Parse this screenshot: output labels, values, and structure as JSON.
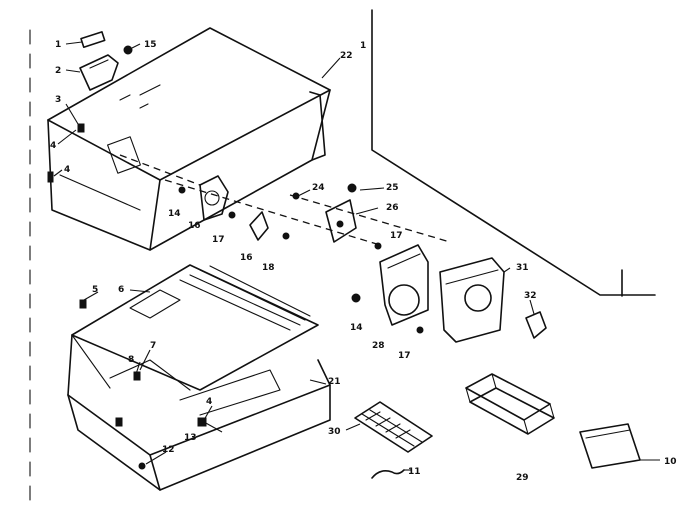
{
  "callouts": {
    "c1": "1",
    "c2": "2",
    "c3": "3",
    "c4a": "4",
    "c4b": "4",
    "c4c": "4",
    "c5": "5",
    "c6": "6",
    "c7": "7",
    "c8": "8",
    "c10": "10",
    "c11": "11",
    "c12": "12",
    "c13": "13",
    "c14a": "14",
    "c14b": "14",
    "c15": "15",
    "c16a": "16",
    "c16b": "16",
    "c17a": "17",
    "c17b": "17",
    "c17c": "17",
    "c18": "18",
    "c21": "21",
    "c22": "22",
    "c24": "24",
    "c25": "25",
    "c26": "26",
    "c28": "28",
    "c29": "29",
    "c30": "30",
    "c31": "31",
    "c32": "32",
    "c1b": "1"
  }
}
